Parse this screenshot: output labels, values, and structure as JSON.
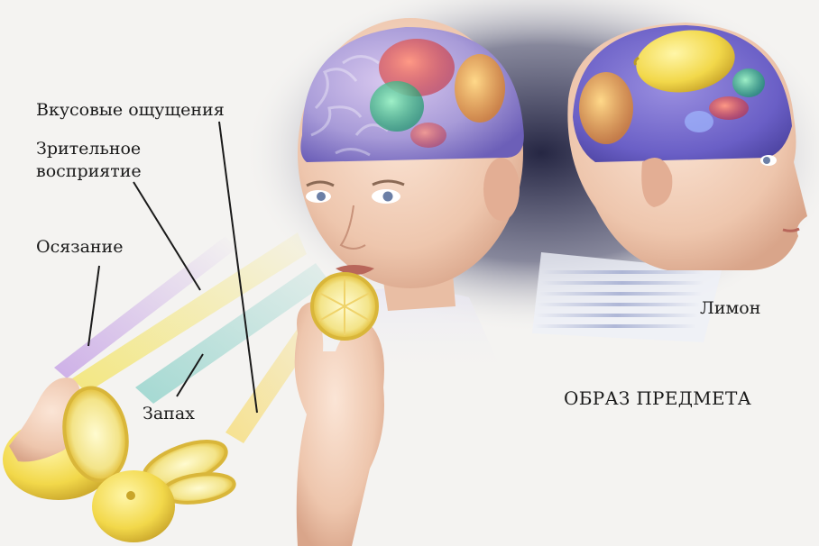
{
  "labels": {
    "taste": "Вкусовые ощущения",
    "vision_line1": "Зрительное",
    "vision_line2": "восприятие",
    "touch": "Осязание",
    "smell": "Запах",
    "lemon": "Лимон",
    "object_image": "ОБРАЗ ПРЕДМЕТА"
  },
  "colors": {
    "touch_ray": "#c9a8e6",
    "vision_ray": "#f3e67a",
    "smell_ray": "#9fd7d0",
    "taste_ray": "#f6e08a",
    "lemon": "#f2d84a",
    "skin": "#eec9b3",
    "brain_bg": "#7a70c8"
  }
}
